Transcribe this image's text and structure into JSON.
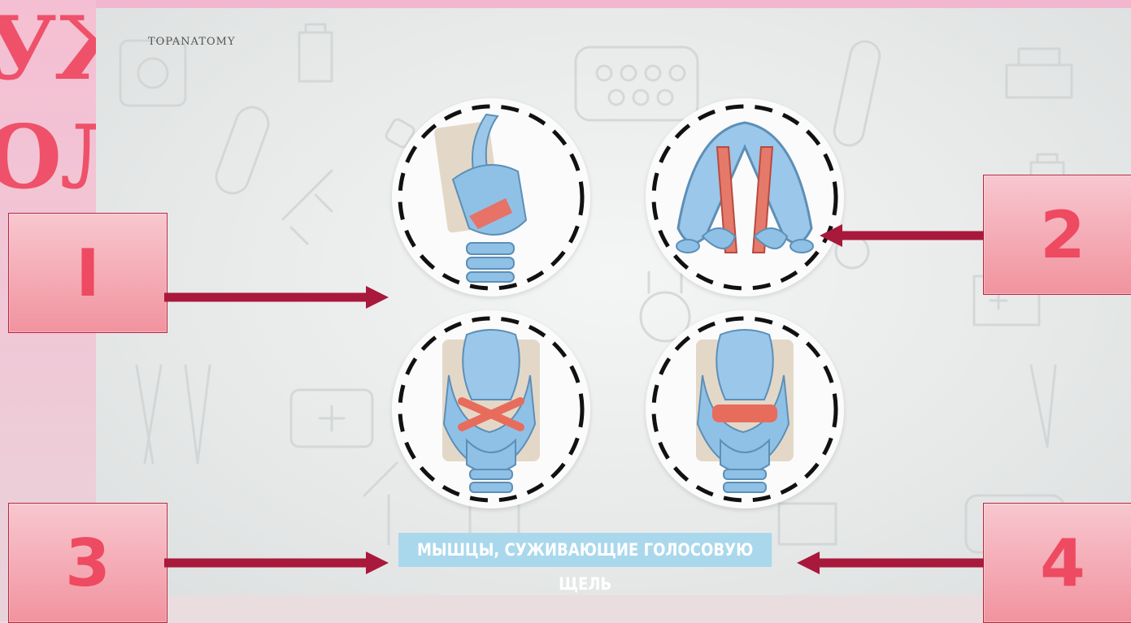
{
  "left_panel": {
    "line1": "УЖ",
    "line2": "ОЛ"
  },
  "slide": {
    "brand": "TOPANATOMY",
    "caption": "МЫШЦЫ, СУЖИВАЮЩИЕ ГОЛОСОВУЮ ЩЕЛЬ"
  },
  "labels": [
    {
      "id": "1",
      "text": "I"
    },
    {
      "id": "2",
      "text": "2"
    },
    {
      "id": "3",
      "text": "3"
    },
    {
      "id": "4",
      "text": "4"
    }
  ],
  "colors": {
    "accent": "#ee4a62",
    "arrow": "#a8193b",
    "caption_bg": "#a9d8ec",
    "cartilage": "#8cc0e6",
    "muscle": "#e77267"
  }
}
